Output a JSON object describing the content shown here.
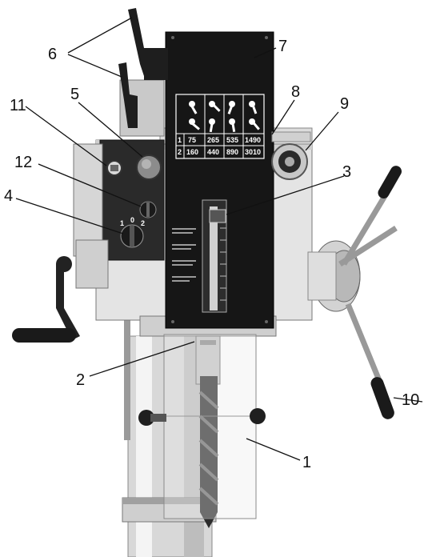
{
  "callouts": [
    {
      "id": "1",
      "label": "1"
    },
    {
      "id": "2",
      "label": "2"
    },
    {
      "id": "3",
      "label": "3"
    },
    {
      "id": "4",
      "label": "4"
    },
    {
      "id": "5",
      "label": "5"
    },
    {
      "id": "6",
      "label": "6"
    },
    {
      "id": "7",
      "label": "7"
    },
    {
      "id": "8",
      "label": "8"
    },
    {
      "id": "9",
      "label": "9"
    },
    {
      "id": "10",
      "label": "10"
    },
    {
      "id": "11",
      "label": "11"
    },
    {
      "id": "12",
      "label": "12"
    }
  ],
  "speed_table": {
    "row1_index": "1",
    "row1": [
      "75",
      "265",
      "535",
      "1490"
    ],
    "row2_index": "2",
    "row2": [
      "160",
      "440",
      "890",
      "3010"
    ]
  },
  "selector_labels": {
    "gear_a": "1",
    "gear_zero": "0",
    "gear_b": "2"
  }
}
